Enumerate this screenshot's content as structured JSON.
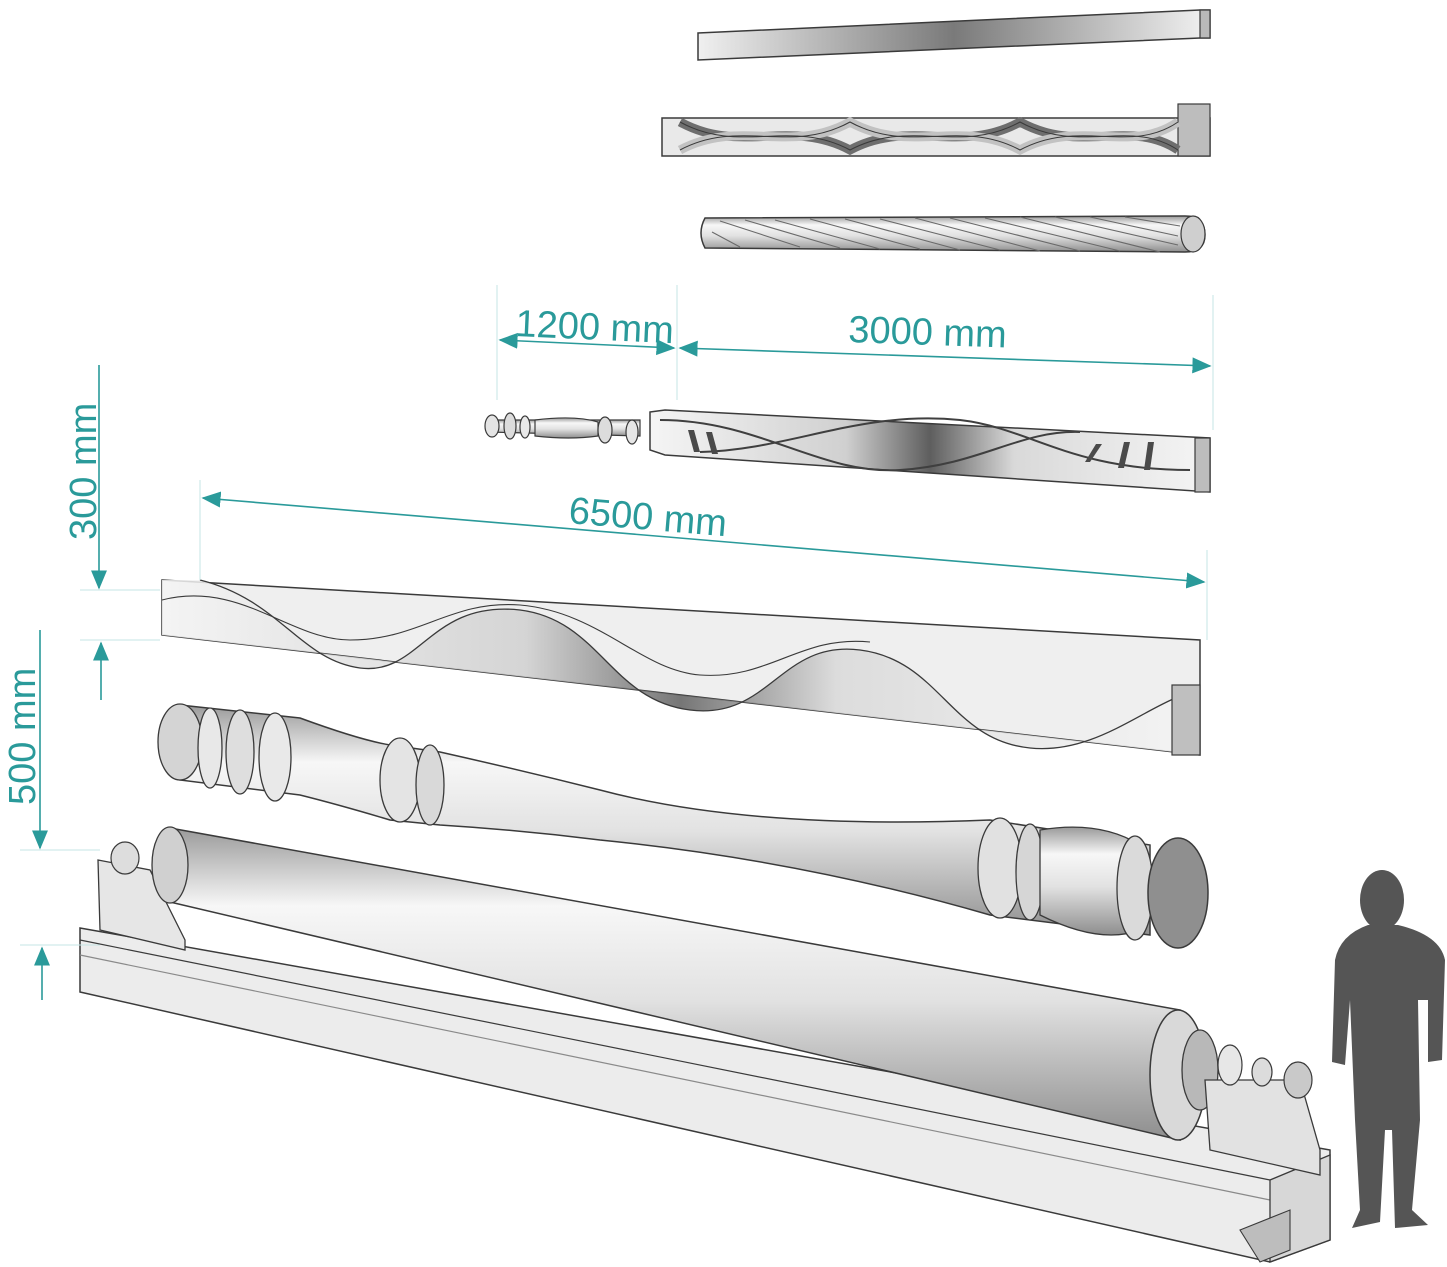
{
  "dimensions": {
    "length_1200": "1200 mm",
    "length_3000": "3000 mm",
    "length_6500": "6500 mm",
    "height_300": "300 mm",
    "height_500": "500 mm"
  },
  "colors": {
    "dimension": "#2a9a9a",
    "outline": "#3a3a3a",
    "silhouette": "#555555",
    "shade_light": "#f4f4f4",
    "shade_mid": "#d6d6d6",
    "shade_dark": "#8c8c8c",
    "bed": "#eeeeee"
  }
}
